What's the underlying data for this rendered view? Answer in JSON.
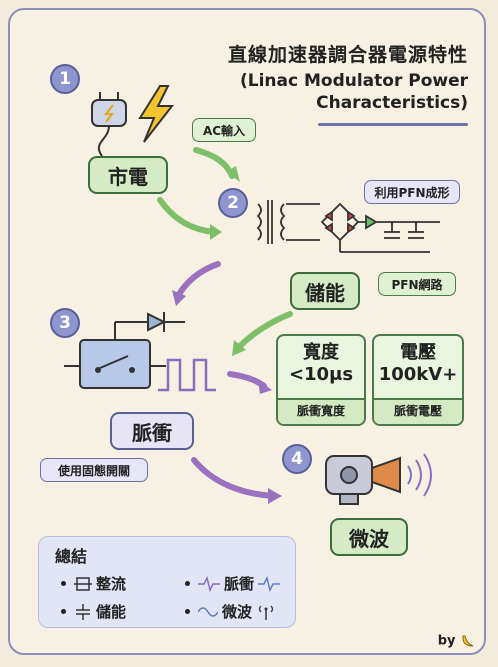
{
  "title": {
    "zh": "直線加速器調合器電源特性",
    "en": "(Linac Modulator Power Characteristics)"
  },
  "steps": {
    "one": "1",
    "two": "2",
    "three": "3",
    "four": "4"
  },
  "nodes": {
    "mains": "市電",
    "storage": "儲能",
    "pulse": "脈衝",
    "microwave": "微波"
  },
  "tags": {
    "ac_input": "AC輸入",
    "pfn_shaping": "利用PFN成形",
    "pfn_network": "PFN網路",
    "solid_state": "使用固態開關"
  },
  "specs": {
    "width_value": "寬度\n<10μs",
    "width_caption": "脈衝寬度",
    "voltage_value": "電壓\n100kV+",
    "voltage_caption": "脈衝電壓"
  },
  "summary": {
    "title": "總結",
    "items": [
      {
        "label": "整流",
        "icon": "rectifier-icon"
      },
      {
        "label": "脈衝",
        "icon": "pulse-wave-icon"
      },
      {
        "label": "儲能",
        "icon": "capacitor-icon"
      },
      {
        "label": "微波",
        "icon": "antenna-icon"
      }
    ]
  },
  "signature": "by",
  "colors": {
    "green_box": "#d5ebc6",
    "green_arrow": "#7fbf6a",
    "purple_arrow": "#9a72c0",
    "badge": "#8f95cf"
  }
}
